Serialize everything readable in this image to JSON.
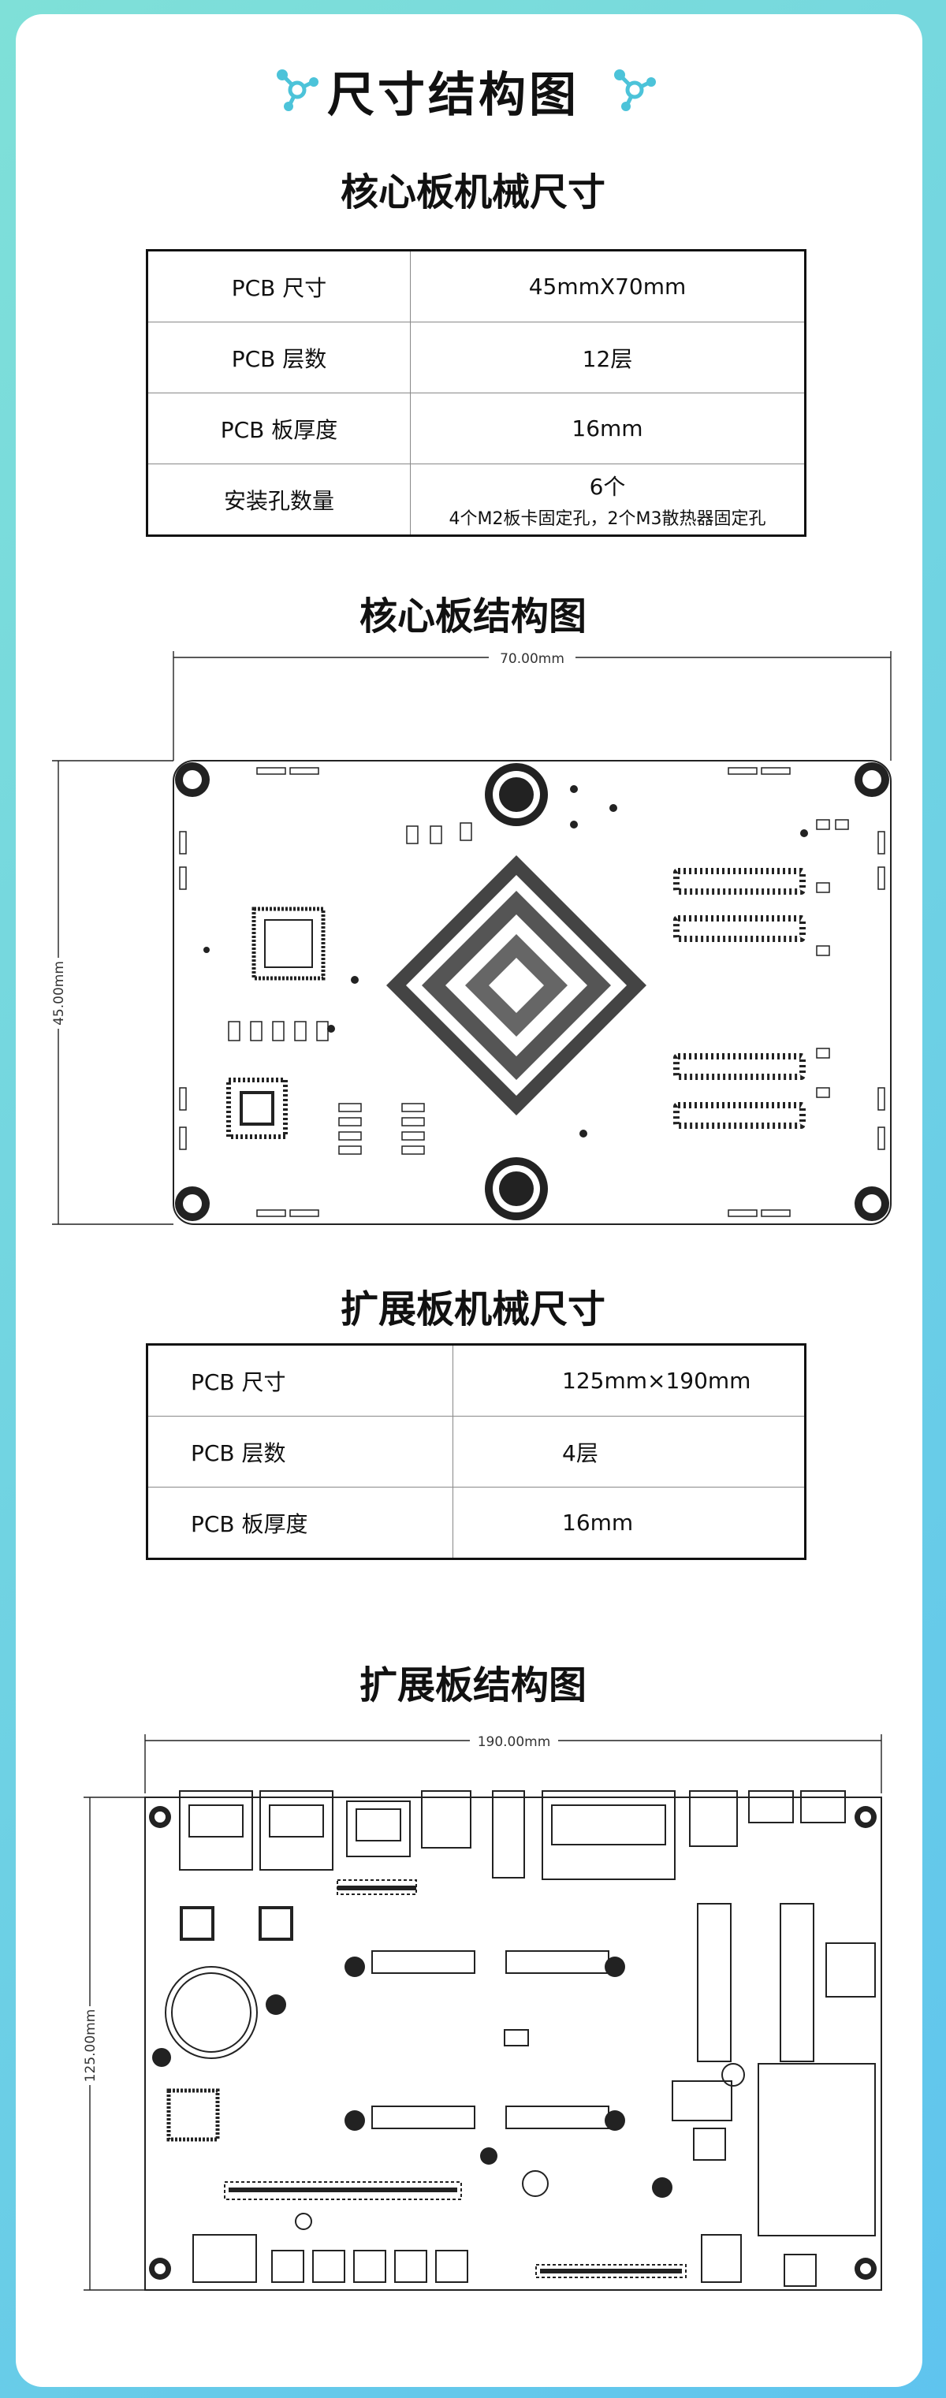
{
  "page_title": "尺寸结构图",
  "core": {
    "mech_title": "核心板机械尺寸",
    "rows": [
      {
        "label": "PCB 尺寸",
        "value": "45mmX70mm",
        "note": ""
      },
      {
        "label": "PCB 层数",
        "value": "12层",
        "note": ""
      },
      {
        "label": "PCB 板厚度",
        "value": "16mm",
        "note": ""
      },
      {
        "label": "安装孔数量",
        "value": "6个",
        "note": "4个M2板卡固定孔，2个M3散热器固定孔"
      }
    ],
    "struct_title": "核心板结构图",
    "dim_width": "70.00mm",
    "dim_height": "45.00mm"
  },
  "ext": {
    "mech_title": "扩展板机械尺寸",
    "rows": [
      {
        "label": "PCB 尺寸",
        "value": "125mm×190mm"
      },
      {
        "label": "PCB 层数",
        "value": "4层"
      },
      {
        "label": "PCB 板厚度",
        "value": "16mm"
      }
    ],
    "struct_title": "扩展板结构图",
    "dim_width": "190.00mm",
    "dim_height": "125.00mm"
  },
  "colors": {
    "accent": "#4cc3d9",
    "line": "#222222"
  }
}
